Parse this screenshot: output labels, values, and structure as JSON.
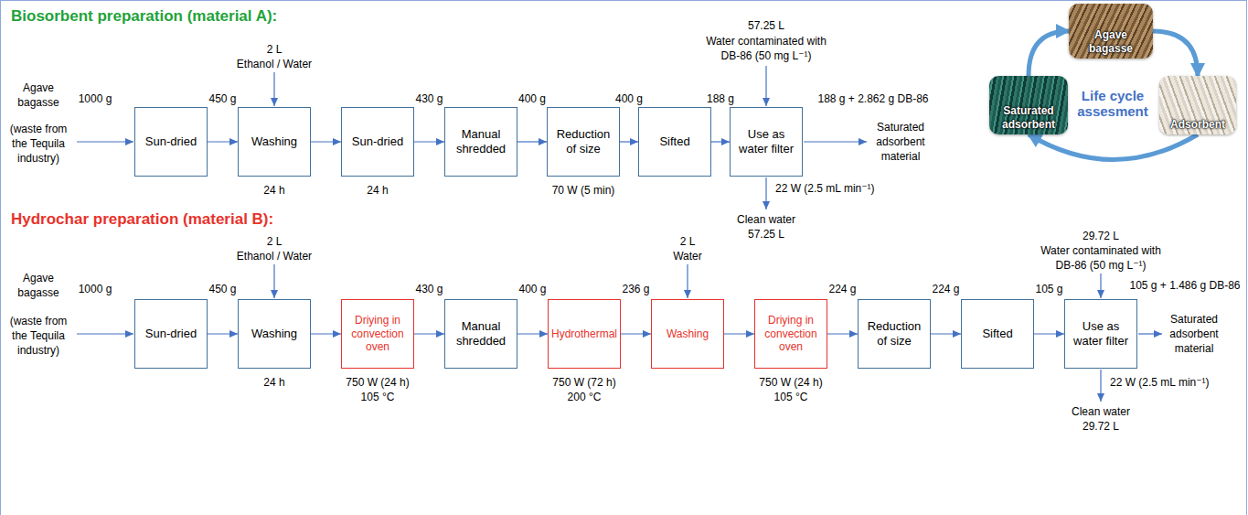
{
  "diagram": {
    "nodes": [
      {
        "text": [
          "Sun-dried"
        ]
      },
      {
        "text": [
          "Washing"
        ]
      },
      {
        "text": [
          "Sun-dried"
        ]
      },
      {
        "text": [
          "Manual shredded"
        ]
      },
      {
        "text": [
          "Reduction of size"
        ]
      },
      {
        "text": [
          "Sifted"
        ]
      },
      {
        "text": [
          "Use as water filter"
        ]
      },
      {
        "text": [
          "Agave bagasse"
        ]
      },
      {
        "text": [
          "Saturated adsorbent"
        ]
      },
      {
        "text": [
          "Adsorbent"
        ]
      },
      {
        "text": [
          "Sun-dried"
        ]
      },
      {
        "text": [
          "Washing"
        ]
      },
      {
        "text": [
          "Driying in convection oven"
        ]
      },
      {
        "text": [
          "Manual shredded"
        ]
      },
      {
        "text": [
          "Hydrothermal"
        ]
      },
      {
        "text": [
          "Washing"
        ]
      },
      {
        "text": [
          "Driying in convection oven"
        ]
      },
      {
        "text": [
          "Reduction of size"
        ]
      },
      {
        "text": [
          "Sifted"
        ]
      },
      {
        "text": [
          "Use as water filter"
        ]
      }
    ],
    "edges": [
      {
        "from": 0,
        "to": 1,
        "arrow": "to"
      },
      {
        "from": 1,
        "to": 2,
        "arrow": "to"
      },
      {
        "from": 2,
        "to": 3,
        "arrow": "to"
      },
      {
        "from": 3,
        "to": 4,
        "arrow": "to"
      },
      {
        "from": 4,
        "to": 5,
        "arrow": "to"
      },
      {
        "from": 5,
        "to": 6,
        "arrow": "to"
      },
      {
        "from": 7,
        "to": 9,
        "arrow": "to"
      },
      {
        "from": 9,
        "to": 8,
        "arrow": "to"
      },
      {
        "from": 8,
        "to": 7,
        "arrow": "to"
      },
      {
        "from": 10,
        "to": 11,
        "arrow": "to"
      },
      {
        "from": 11,
        "to": 12,
        "arrow": "to"
      },
      {
        "from": 12,
        "to": 13,
        "arrow": "to"
      },
      {
        "from": 13,
        "to": 14,
        "arrow": "to"
      },
      {
        "from": 14,
        "to": 15,
        "arrow": "to"
      },
      {
        "from": 15,
        "to": 16,
        "arrow": "to"
      },
      {
        "from": 16,
        "to": 17,
        "arrow": "to"
      },
      {
        "from": 17,
        "to": 18,
        "arrow": "to"
      },
      {
        "from": 18,
        "to": 19,
        "arrow": "to"
      }
    ],
    "labels": [
      "Biosorbent preparation (material A):",
      "Agave bagasse",
      "(waste from the Tequila industry)",
      "1000 g",
      "450 g",
      "2 L",
      "Ethanol / Water",
      "24 h",
      "24 h",
      "430 g",
      "400 g",
      "70 W (5 min)",
      "400 g",
      "188 g",
      "57.25 L",
      "Water contaminated with",
      "DB-86 (50 mg L⁻¹)",
      "188 g + 2.862 g DB-86",
      "Saturated adsorbent material",
      "22 W (2.5 mL min⁻¹)",
      "Clean water",
      "57.25 L",
      "Life cycle assesment",
      "Hydrochar preparation (material B):",
      "Agave bagasse",
      "(waste from the Tequila industry)",
      "1000 g",
      "450 g",
      "2 L",
      "Ethanol / Water",
      "24 h",
      "750 W (24 h)",
      "105 °C",
      "430 g",
      "400 g",
      "750 W (72 h)",
      "200 °C",
      "236 g",
      "2 L",
      "Water",
      "750 W (24 h)",
      "105 °C",
      "224 g",
      "224 g",
      "105 g",
      "29.72 L",
      "Water contaminated with",
      "DB-86 (50 mg L⁻¹)",
      "105 g + 1.486 g DB-86",
      "Saturated adsorbent material",
      "22 W (2.5 mL min⁻¹)",
      "Clean water",
      "29.72 L"
    ]
  }
}
